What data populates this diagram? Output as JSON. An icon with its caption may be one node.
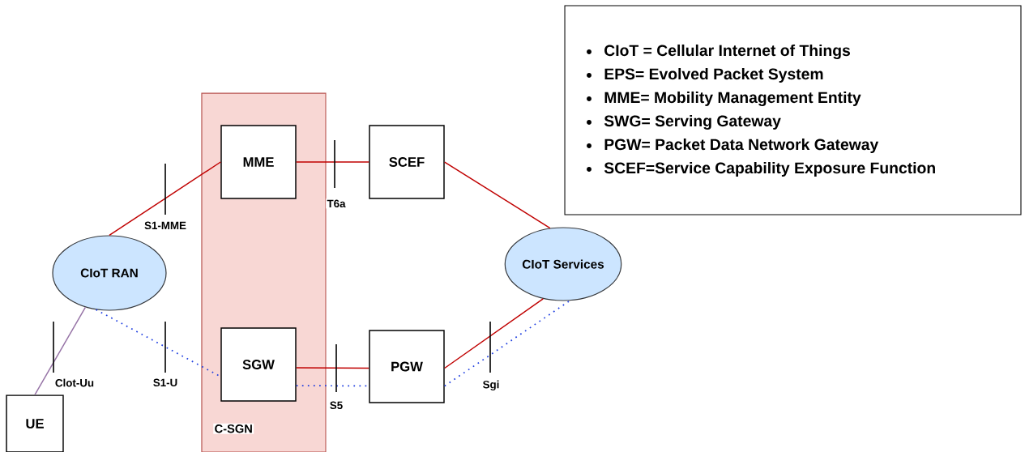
{
  "diagram": {
    "nodes": [
      {
        "text": [
          "C-SGN"
        ]
      },
      {
        "text": [
          "MME"
        ],
        "in": 0
      },
      {
        "text": [
          "SGW"
        ],
        "in": 0
      },
      {
        "text": [
          "SCEF"
        ]
      },
      {
        "text": [
          "PGW"
        ]
      },
      {
        "text": [
          "CIoT RAN"
        ]
      },
      {
        "text": [
          "CIoT Services"
        ]
      },
      {
        "text": [
          "UE"
        ]
      },
      {
        "text": [
          "CIoT = Cellular Internet of Things",
          "EPS= Evolved Packet System",
          "MME= Mobility Management Entity",
          "SWG= Serving Gateway",
          "PGW= Packet Data Network Gateway",
          "SCEF=Service Capability Exposure Function"
        ]
      }
    ],
    "edges": [
      {
        "from": 5,
        "to": 1,
        "arrow": "none",
        "label": "S1-MME",
        "color": "#c00000"
      },
      {
        "from": 5,
        "to": 2,
        "arrow": "none",
        "label": "S1-U",
        "style": "dashed",
        "color": "#1f3fe0"
      },
      {
        "from": 7,
        "to": 5,
        "arrow": "none",
        "label": "Clot-Uu",
        "color": "#9673a6"
      },
      {
        "from": 1,
        "to": 3,
        "arrow": "none",
        "label": "T6a",
        "color": "#c00000"
      },
      {
        "from": 2,
        "to": 4,
        "arrow": "none",
        "color": "#c00000"
      },
      {
        "from": 2,
        "to": 4,
        "arrow": "none",
        "label": "S5",
        "style": "dashed",
        "color": "#1f3fe0"
      },
      {
        "from": 3,
        "to": 6,
        "arrow": "none",
        "color": "#c00000"
      },
      {
        "from": 4,
        "to": 6,
        "arrow": "none",
        "color": "#c00000"
      },
      {
        "from": 4,
        "to": 6,
        "arrow": "none",
        "label": "Sgi",
        "style": "dashed",
        "color": "#1f3fe0"
      }
    ]
  }
}
